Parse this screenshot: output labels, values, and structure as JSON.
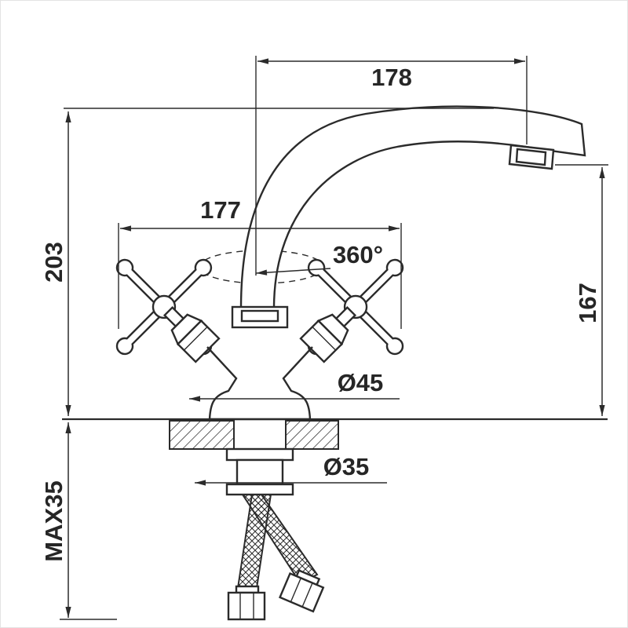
{
  "page": {
    "background_color": "#ffffff",
    "line_color": "#2b2b2b"
  },
  "diagram": {
    "labels": {
      "spout_reach": "178",
      "body_width": "177",
      "total_height": "203",
      "spout_height": "167",
      "swivel_angle": "360°",
      "base_diameter": "Ø45",
      "hole_diameter": "Ø35",
      "max_thickness": "MAX35"
    }
  }
}
